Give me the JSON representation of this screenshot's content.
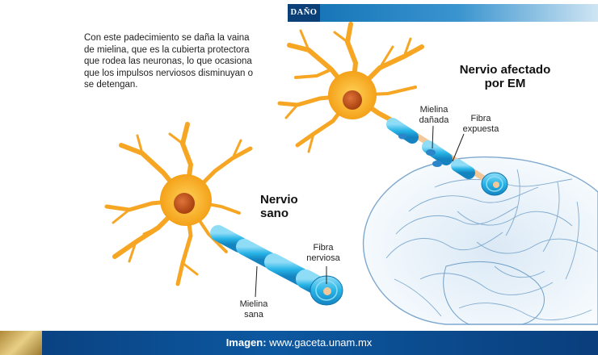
{
  "header": {
    "tag": "DAÑO"
  },
  "intro_text": "Con este padecimiento se daña la vaina de mielina, que es la cubierta protectora que rodea las neuronas, lo que ocasiona que los impulsos nerviosos disminuyan o se detengan.",
  "titles": {
    "affected_line1": "Nervio afectado",
    "affected_line2": "por EM",
    "healthy_line1": "Nervio",
    "healthy_line2": "sano"
  },
  "labels": {
    "damaged_myelin_line1": "Mielina",
    "damaged_myelin_line2": "dañada",
    "exposed_fiber_line1": "Fibra",
    "exposed_fiber_line2": "expuesta",
    "nerve_fiber_line1": "Fibra",
    "nerve_fiber_line2": "nerviosa",
    "healthy_myelin_line1": "Mielina",
    "healthy_myelin_line2": "sana"
  },
  "footer": {
    "credit_label": "Imagen:",
    "credit_value": " www.gaceta.unam.mx"
  },
  "colors": {
    "neuron": "#f6a623",
    "nucleus": "#c0531a",
    "myelin": "#27b4e6",
    "axon": "#f2c79a",
    "brain": "#6f9fc9",
    "header_blue": "#0f6fb3",
    "footer_blue": "#0a3e7c",
    "footer_gold": "#c9a44f"
  }
}
